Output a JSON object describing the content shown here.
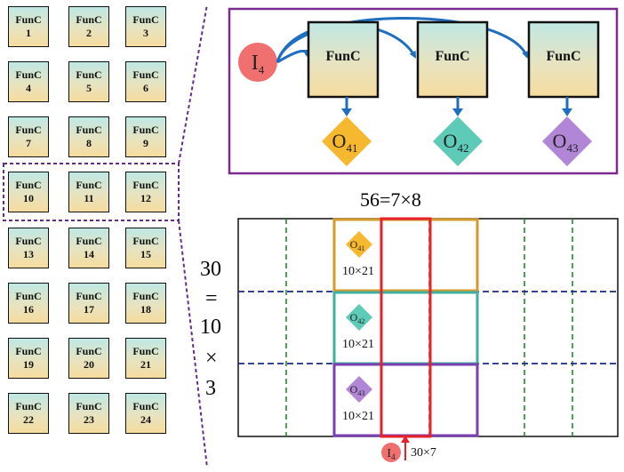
{
  "left_grid": {
    "label": "FunC",
    "numbers": [
      "1",
      "2",
      "3",
      "4",
      "5",
      "6",
      "7",
      "8",
      "9",
      "10",
      "11",
      "12",
      "13",
      "14",
      "15",
      "16",
      "17",
      "18",
      "19",
      "20",
      "21",
      "22",
      "23",
      "24"
    ]
  },
  "top_panel": {
    "input_symbol": "I",
    "input_sub": "4",
    "funcs": [
      "FunC",
      "FunC",
      "FunC"
    ],
    "outputs": [
      {
        "symbol": "O",
        "sub": "41",
        "color": "#f5b82e"
      },
      {
        "symbol": "O",
        "sub": "42",
        "color": "#5dcbb8"
      },
      {
        "symbol": "O",
        "sub": "43",
        "color": "#b286d6"
      }
    ],
    "border_color": "#7b2a8e",
    "arrow_color": "#1f6fc0",
    "input_color": "#f07070"
  },
  "bottom_panel": {
    "title": "56=7×8",
    "side_label": [
      "30",
      "=",
      "10",
      "×",
      "3"
    ],
    "regions": [
      {
        "symbol": "O",
        "sub": "41",
        "size": "10×21",
        "color": "#f5b82e",
        "border": "#d49a2a"
      },
      {
        "symbol": "O",
        "sub": "42",
        "size": "10×21",
        "color": "#5dcbb8",
        "border": "#3fb0a0"
      },
      {
        "symbol": "O",
        "sub": "43",
        "size": "10×21",
        "color": "#b286d6",
        "border": "#7a3fb0"
      }
    ],
    "input_symbol": "I",
    "input_sub": "4",
    "input_size": "30×7",
    "receptive_color": "#e8202a",
    "vdash_color": "#1f8a2a",
    "hdash_color": "#1a2a8a"
  }
}
